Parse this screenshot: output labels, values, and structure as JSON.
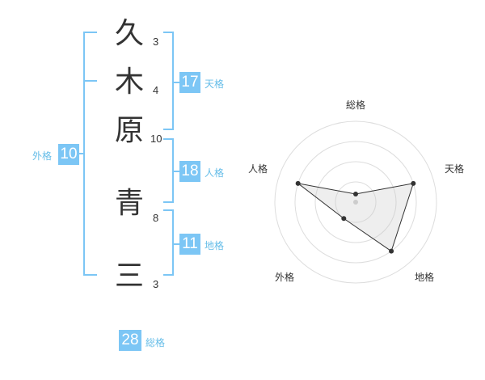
{
  "name": {
    "characters": [
      {
        "char": "久",
        "strokes": "3"
      },
      {
        "char": "木",
        "strokes": "4"
      },
      {
        "char": "原",
        "strokes": "10"
      },
      {
        "char": "青",
        "strokes": "8"
      },
      {
        "char": "三",
        "strokes": "3"
      }
    ]
  },
  "fortunes": {
    "tenkaku": {
      "label": "天格",
      "value": "17"
    },
    "jinkaku": {
      "label": "人格",
      "value": "18"
    },
    "chikaku": {
      "label": "地格",
      "value": "11"
    },
    "gaikaku": {
      "label": "外格",
      "value": "10"
    },
    "soukaku": {
      "label": "総格",
      "value": "28"
    }
  },
  "colors": {
    "accent": "#7cc6f5",
    "bracket": "#7cc6f5",
    "label": "#66bde8",
    "text": "#333333"
  },
  "radar": {
    "axes": [
      "総格",
      "天格",
      "地格",
      "外格",
      "人格"
    ],
    "levels": 4,
    "values": [
      0.1,
      0.75,
      0.75,
      0.25,
      0.75
    ]
  }
}
